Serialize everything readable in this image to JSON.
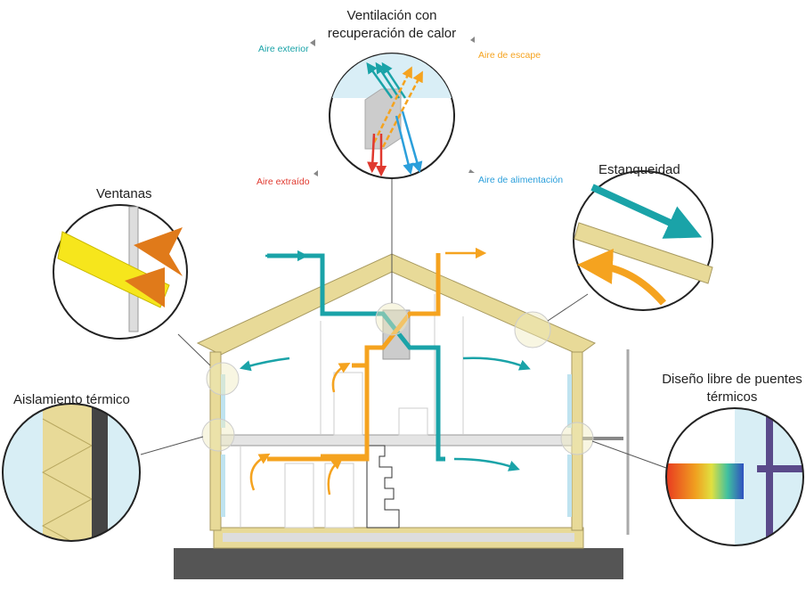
{
  "title": [
    "Ventilación con",
    "recuperación de calor"
  ],
  "air_labels": {
    "outdoor": "Aire exterior",
    "exhaust": "Aire de escape",
    "extract": "Aire extraído",
    "supply": "Aire de alimentación"
  },
  "callouts": {
    "windows": "Ventanas",
    "airtightness": "Estanqueidad",
    "insulation": "Aislamiento térmico",
    "thermal_bridges": [
      "Diseño libre de puentes",
      "térmicos"
    ]
  },
  "colors": {
    "outdoor": "#1aa3a8",
    "exhaust": "#f5a31f",
    "extract": "#e0392f",
    "supply": "#2b9fdb",
    "wall": "#e8da98"
  }
}
